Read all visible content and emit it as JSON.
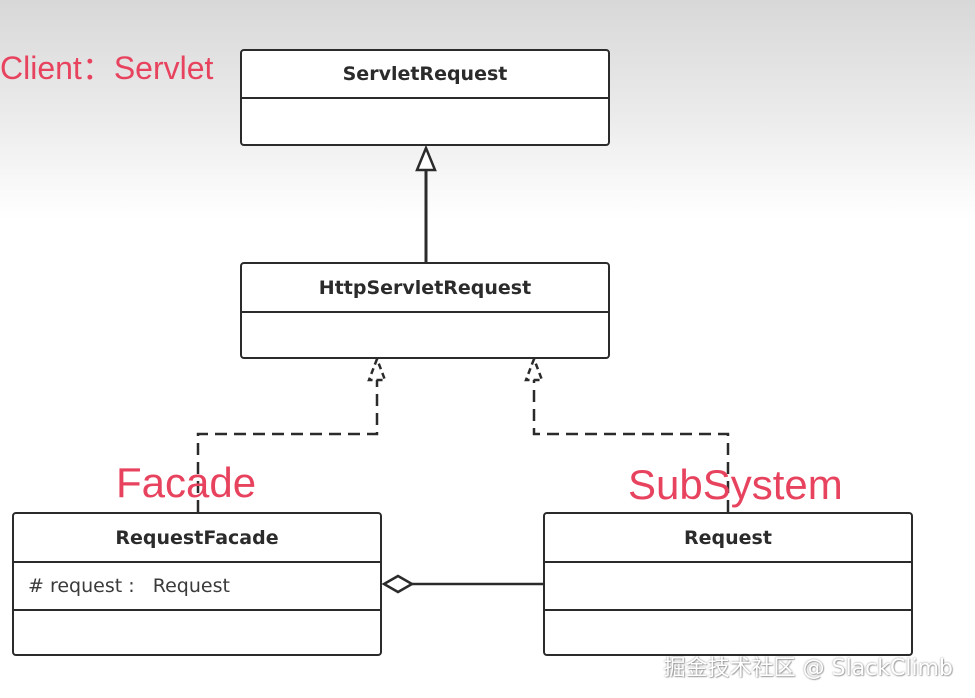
{
  "labels": {
    "client": "Client：Servlet",
    "facade": "Facade",
    "subsystem": "SubSystem"
  },
  "classes": {
    "servlet_request": {
      "name": "ServletRequest"
    },
    "http_servlet_request": {
      "name": "HttpServletRequest"
    },
    "request_facade": {
      "name": "RequestFacade",
      "attribute": "# request :   Request"
    },
    "request": {
      "name": "Request"
    }
  },
  "relationships": [
    {
      "from": "HttpServletRequest",
      "to": "ServletRequest",
      "type": "generalization"
    },
    {
      "from": "RequestFacade",
      "to": "HttpServletRequest",
      "type": "realization"
    },
    {
      "from": "Request",
      "to": "HttpServletRequest",
      "type": "realization"
    },
    {
      "from": "RequestFacade",
      "to": "Request",
      "type": "aggregation"
    }
  ],
  "watermark": "掘金技术社区 @ SlackClimb",
  "colors": {
    "label": "#e8435e",
    "line": "#2b2b2b"
  }
}
